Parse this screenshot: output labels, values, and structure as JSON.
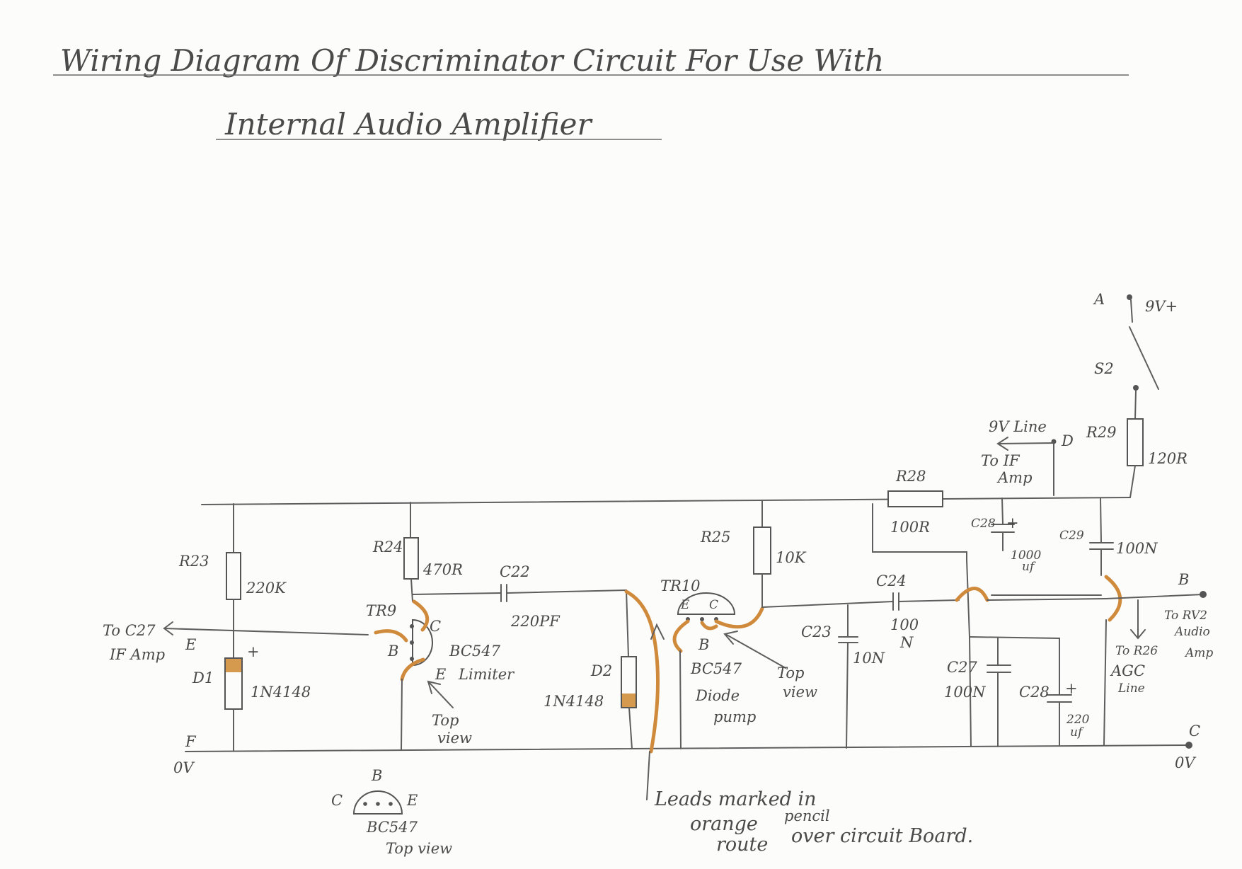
{
  "title": {
    "line1": "Wiring Diagram Of Discriminator Circuit For Use With",
    "line2": "Internal Audio Amplifier"
  },
  "supply": {
    "node_a": "A",
    "voltage": "9V+",
    "switch": "S2"
  },
  "components": {
    "r23": {
      "ref": "R23",
      "value": "220K"
    },
    "r24": {
      "ref": "R24",
      "value": "470R"
    },
    "r25": {
      "ref": "R25",
      "value": "10K"
    },
    "r28": {
      "ref": "R28",
      "value": "100R"
    },
    "r29": {
      "ref": "R29",
      "value": "120R"
    },
    "c22": {
      "ref": "C22",
      "value": "220PF"
    },
    "c23": {
      "ref": "C23",
      "value": "10N"
    },
    "c24": {
      "ref": "C24",
      "value": "100",
      "unit": "N"
    },
    "c27": {
      "ref": "C27",
      "value": "100N"
    },
    "c28a": {
      "ref": "C28",
      "plus": "+",
      "value": "1000",
      "unit": "uf"
    },
    "c28b": {
      "ref": "C28",
      "plus": "+",
      "value": "220",
      "unit": "uf"
    },
    "c29": {
      "ref": "C29",
      "value": "100N"
    },
    "d1": {
      "ref": "D1",
      "value": "1N4148",
      "plus": "+"
    },
    "d2": {
      "ref": "D2",
      "value": "1N4148"
    },
    "tr9": {
      "ref": "TR9",
      "type": "BC547",
      "role": "Limiter",
      "b": "B",
      "c": "C",
      "e": "E",
      "note1": "Top",
      "note2": "view"
    },
    "tr10": {
      "ref": "TR10",
      "type": "BC547",
      "role1": "Diode",
      "role2": "pump",
      "b": "B",
      "c": "C",
      "e": "E",
      "note1": "Top",
      "note2": "view"
    }
  },
  "connections": {
    "e_label": "E",
    "to_c27": "To C27",
    "if_amp": "IF Amp",
    "f_label": "F",
    "zero_v_left": "0V",
    "d_label": "D",
    "nine_v_line": "9V Line",
    "to_if": "To IF",
    "amp": "Amp",
    "b_label": "B",
    "to_rv2": "To RV2",
    "audio": "Audio",
    "amp2": "Amp",
    "to_r26": "To R26",
    "agc": "AGC",
    "line": "Line",
    "c_label": "C",
    "zero_v_right": "0V"
  },
  "pinout": {
    "b": "B",
    "c": "C",
    "e": "E",
    "type": "BC547",
    "view": "Top view"
  },
  "note": {
    "line1": "Leads marked in",
    "line2": "orange",
    "line3": "pencil",
    "line4": "route",
    "line5": "over circuit Board."
  }
}
